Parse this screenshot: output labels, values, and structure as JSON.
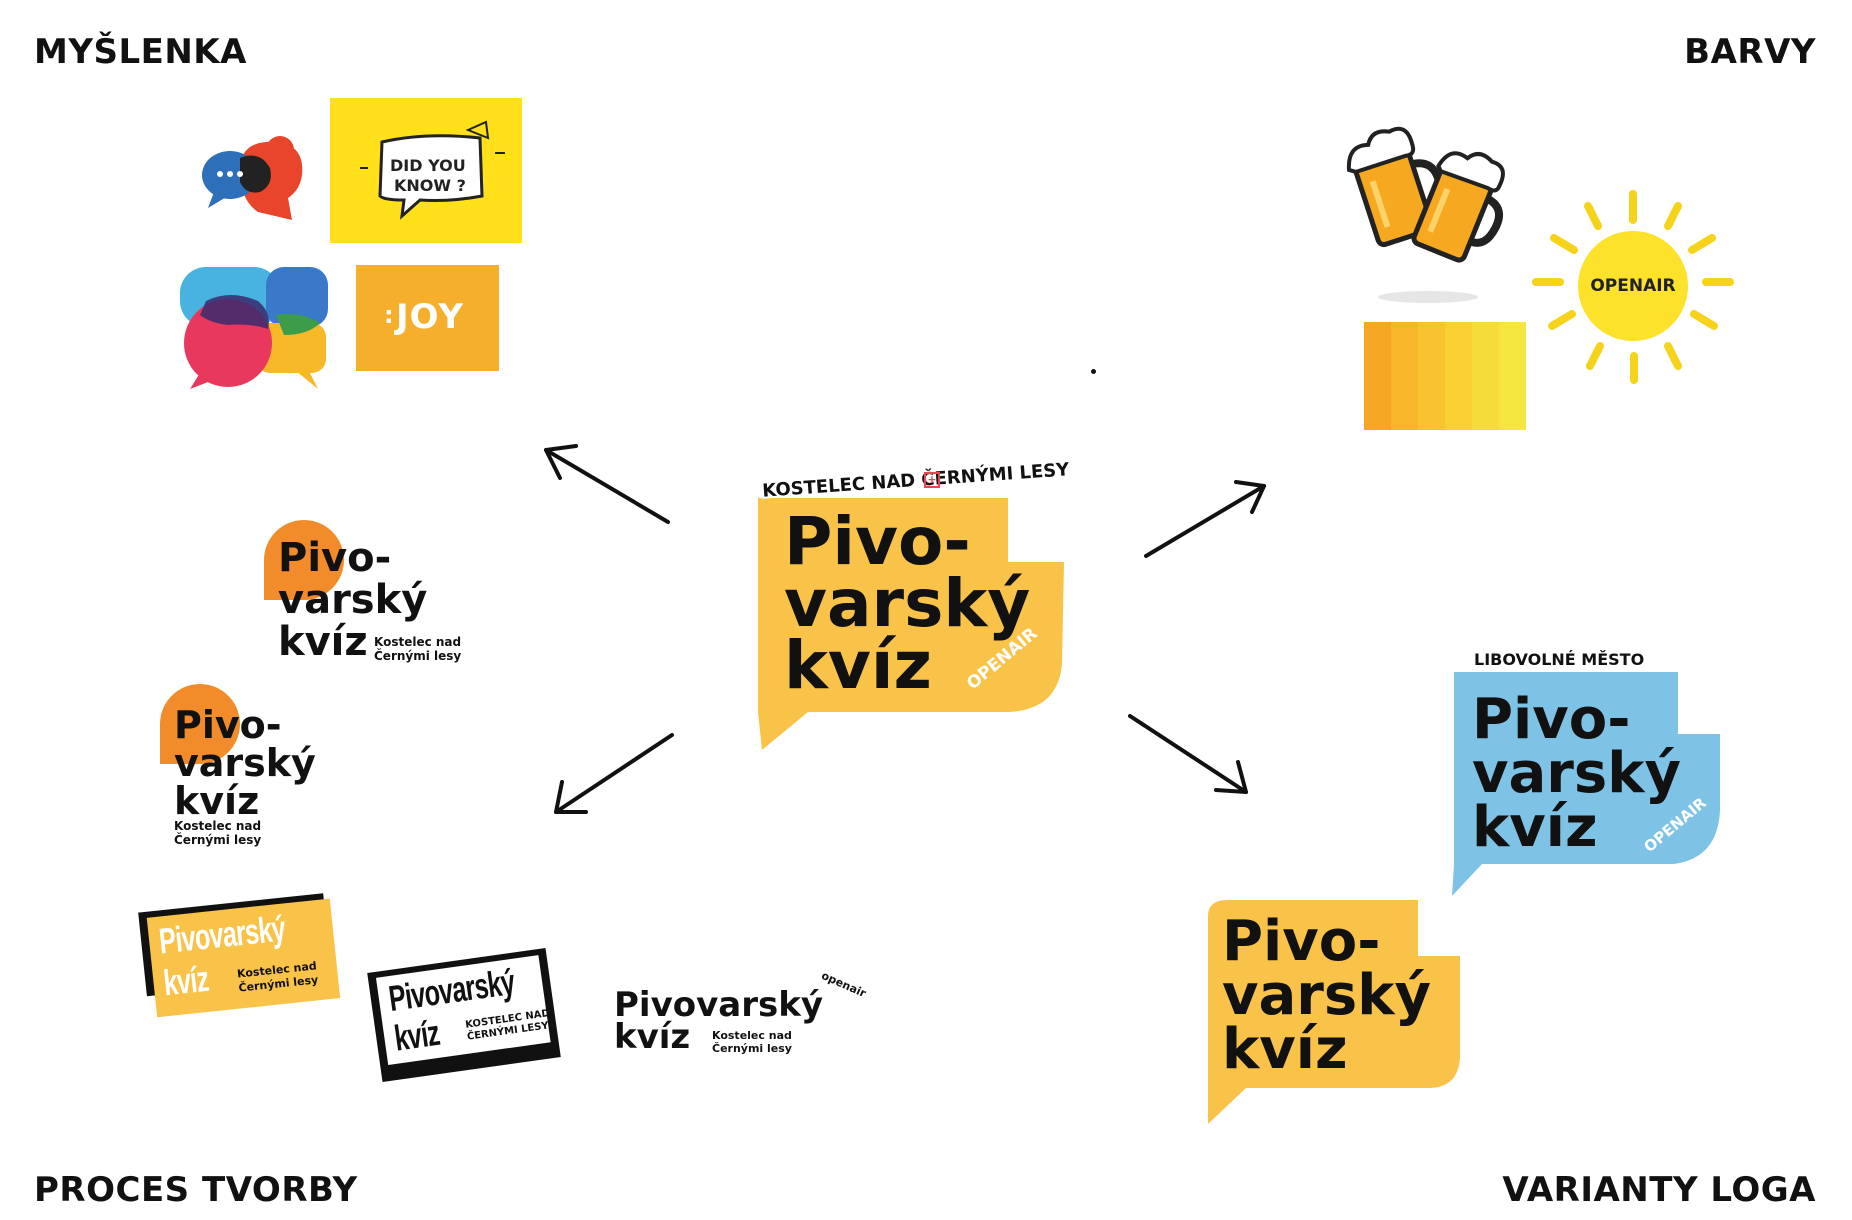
{
  "corners": {
    "top_left": "MYŠLENKA",
    "top_right": "BARVY",
    "bottom_left": "PROCES TVORBY",
    "bottom_right": "VARIANTY LOGA"
  },
  "inspiration": {
    "did_you_know_line1": "DID YOU",
    "did_you_know_line2": "KNOW ?",
    "joy_label": "JOY"
  },
  "colors_section": {
    "sun_label": "OPENAIR",
    "swatches": [
      "#F5A623",
      "#F7B52A",
      "#F9C22F",
      "#FBD035",
      "#F6DC3A",
      "#F4E63E"
    ]
  },
  "main_logo": {
    "arc_text": "KOSTELEC NAD ČERNÝMI LESY",
    "line1": "Pivo-",
    "line2": "varský",
    "line3": "kvíz",
    "tag": "OPENAIR",
    "color": "#F9C34A"
  },
  "process": {
    "v1_line1": "Pivo-",
    "v1_line2": "varský",
    "v1_line3": "kvíz",
    "v1_loc1": "Kostelec nad",
    "v1_loc2": "Černými lesy",
    "v2_line1": "Pivo-",
    "v2_line2": "varský",
    "v2_line3": "kvíz",
    "v2_loc1": "Kostelec nad",
    "v2_loc2": "Černými lesy",
    "v3_line1": "Pivovarský",
    "v3_line2": "kvíz",
    "v3_loc1": "Kostelec nad",
    "v3_loc2": "Černými lesy",
    "v4_line1": "Pivovarský",
    "v4_line2": "kvíz",
    "v4_loc1": "KOSTELEC NAD",
    "v4_loc2": "ČERNÝMI LESY",
    "v5_line1": "Pivovarský",
    "v5_line2": "kvíz",
    "v5_loc1": "Kostelec nad",
    "v5_loc2": "Černými lesy",
    "v5_tag": "openair"
  },
  "variants": {
    "blue_arc": "LIBOVOLNÉ MĚSTO",
    "blue_line1": "Pivo-",
    "blue_line2": "varský",
    "blue_line3": "kvíz",
    "blue_tag": "OPENAIR",
    "blue_color": "#7EC3E6",
    "yellow_line1": "Pivo-",
    "yellow_line2": "varský",
    "yellow_line3": "kvíz",
    "yellow_color": "#F9C34A"
  }
}
